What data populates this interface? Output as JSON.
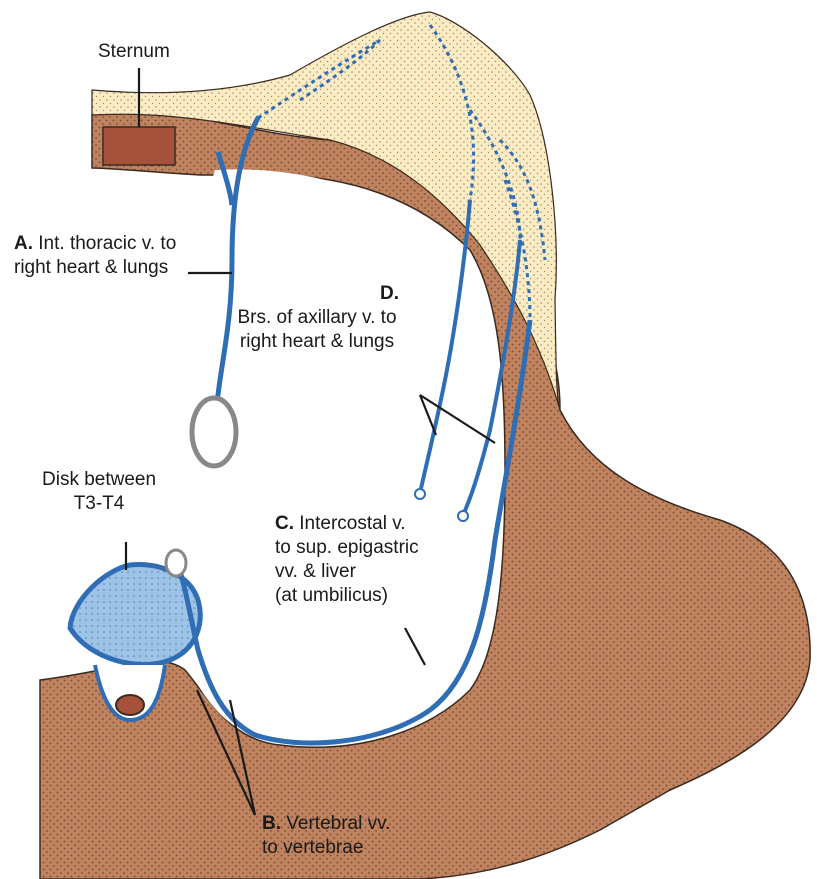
{
  "labels": {
    "sternum": "Sternum",
    "a": {
      "letter": "A.",
      "line1": "Int. thoracic v. to",
      "line2": "right heart & lungs"
    },
    "d": {
      "letter": "D.",
      "line1": "Brs. of axillary v. to",
      "line2": "right heart & lungs"
    },
    "disk": {
      "line1": "Disk between",
      "line2": "T3-T4"
    },
    "c": {
      "letter": "C.",
      "line1": "Intercostal v.",
      "line2": "to sup. epigastric",
      "line3": "vv. & liver",
      "line4": "(at umbilicus)"
    },
    "b": {
      "letter": "B.",
      "line1": "Vertebral vv.",
      "line2": "to vertebrae"
    }
  },
  "colors": {
    "muscle": "#bf8360",
    "muscle_stipple": "#7a4a32",
    "skin": "#fbecc6",
    "skin_stipple": "#a98c55",
    "vein": "#2f6db5",
    "disk": "#9dc3e6",
    "sternum": "#a6513a",
    "outline": "#3b2a20"
  },
  "icons": [
    "vein-cut-ring"
  ]
}
